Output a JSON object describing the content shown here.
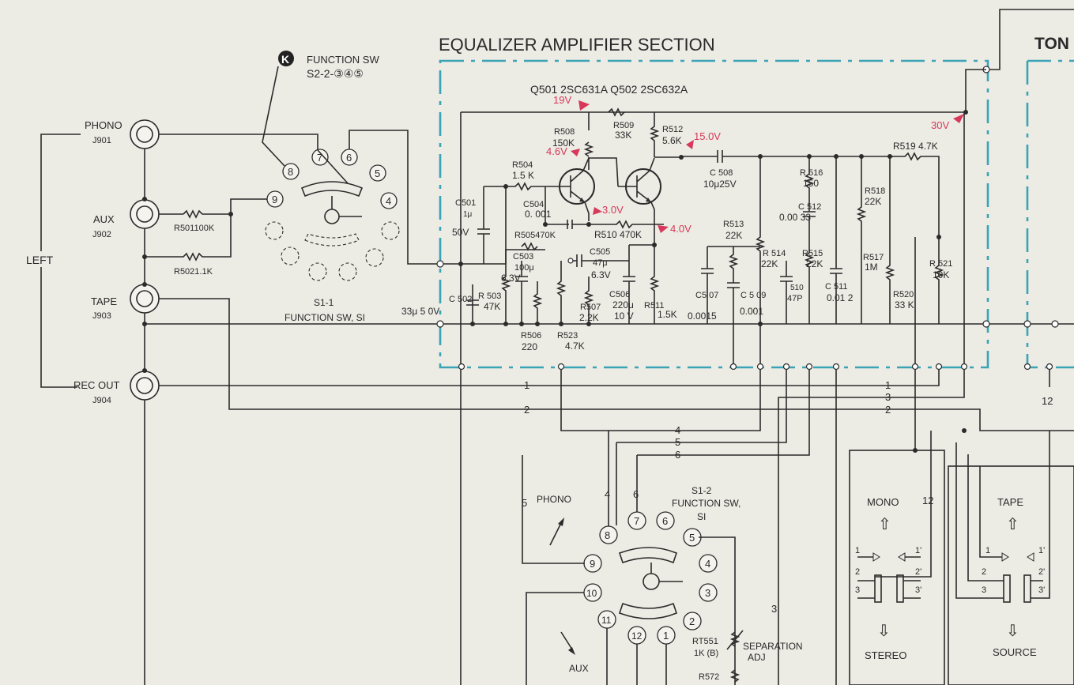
{
  "titles": {
    "section": "EQUALIZER AMPLIFIER SECTION",
    "next_section": "TON",
    "k_marker": "K",
    "function_sw_top_l1": "FUNCTION SW",
    "function_sw_top_l2": "S2-2-③④⑤"
  },
  "jacks": [
    {
      "name": "PHONO",
      "ref": "J901"
    },
    {
      "name": "AUX",
      "ref": "J902"
    },
    {
      "name": "TAPE",
      "ref": "J903"
    },
    {
      "name": "REC OUT",
      "ref": "J904"
    }
  ],
  "channel_label": "LEFT",
  "switch_s1_1": {
    "l1": "S1-1",
    "l2": "FUNCTION  SW, SI",
    "pins": [
      "8",
      "7",
      "6",
      "5",
      "4",
      "9"
    ]
  },
  "switch_s1_2": {
    "l1": "S1-2",
    "l2": "FUNCTION SW,",
    "l3": "SI",
    "pins": [
      "8",
      "7",
      "6",
      "5",
      "4",
      "3",
      "2",
      "9",
      "10",
      "11",
      "12",
      "1"
    ],
    "phono": "PHONO",
    "aux": "AUX"
  },
  "transistors": "Q501 2SC631A   Q502 2SC632A",
  "voltages": [
    "19V",
    "4.6V",
    "3.0V",
    "15.0V",
    "4.0V",
    "30V"
  ],
  "components": {
    "r501": "R501100K",
    "r502": "R5021.1K",
    "r503a": "R 503",
    "r503b": "47K",
    "r504a": "R504",
    "r504b": "1.5 K",
    "r505": "R505470K",
    "r506a": "R506",
    "r506b": "220",
    "r507a": "R507",
    "r507b": "2.2K",
    "r508a": "R508",
    "r508b": "150K",
    "r509a": "R509",
    "r509b": "33K",
    "r510": "R510 470K",
    "r511a": "R511",
    "r511b": "1.5K",
    "r512a": "R512",
    "r512b": "5.6K",
    "r513a": "R513",
    "r513b": "22K",
    "r514a": "R 514",
    "r514b": "22K",
    "r515a": "R515",
    "r515b": "22K",
    "r516a": "R 516",
    "r516b": "150",
    "r517a": "R517",
    "r517b": "1M",
    "r518a": "R518",
    "r518b": "22K",
    "r519": "R519 4.7K",
    "r520a": "R520",
    "r520b": "33 K",
    "r521a": "R 521",
    "r521b": "10K",
    "r523a": "R523",
    "r523b": "4.7K",
    "c501a": "C501",
    "c501b": "1μ",
    "c501c": "50V",
    "c502a": "C  502",
    "c502b": "33μ 5 0V",
    "c503a": "C503",
    "c503b": "100μ",
    "c503c": "6.3V",
    "c504a": "C504",
    "c504b": "0. 001",
    "c505a": "C505",
    "c505b": "47μ",
    "c505c": "6.3V",
    "c506a": "C506",
    "c506b": "220μ",
    "c506c": "10 V",
    "c507a": "C5 07",
    "c507b": "0.0015",
    "c508a": "C 508",
    "c508b": "10μ25V",
    "c509a": "C 5 09",
    "c509b": "0.001",
    "c510a": "510",
    "c510b": "47P",
    "c511a": "C 511",
    "c511b": "0.01 2",
    "c512a": "C 512",
    "c512b": "0.00 33",
    "rt551a": "RT551",
    "rt551b": "1K (B)",
    "sep1": "SEPARATION",
    "sep2": "ADJ",
    "r572": "R572"
  },
  "wire_numbers": [
    "1",
    "2",
    "1",
    "3",
    "2",
    "4",
    "5",
    "6",
    "12",
    "3",
    "12",
    "5",
    "4",
    "6",
    "3",
    "3"
  ],
  "mode_switches": {
    "mono": "MONO",
    "stereo": "STEREO",
    "tape": "TAPE",
    "source": "SOURCE",
    "mono_num": "12",
    "pins_a": [
      "1",
      "2",
      "3"
    ],
    "pins_b": [
      "1'",
      "2'",
      "3'"
    ],
    "up_arrow": "⇧",
    "down_arrow": "⇩"
  }
}
